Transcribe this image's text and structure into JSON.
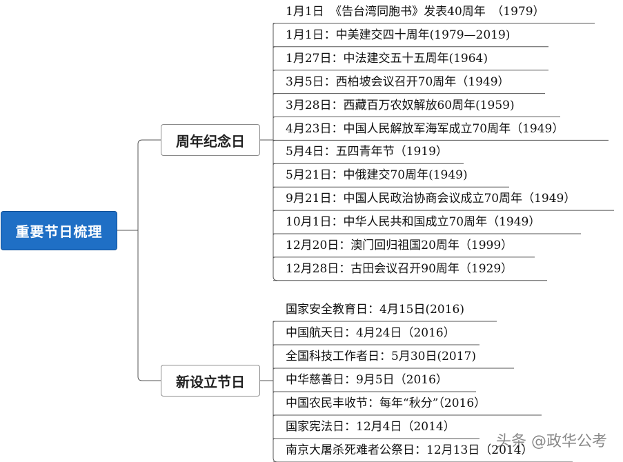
{
  "root": {
    "label": "重要节日梳理"
  },
  "branches": [
    {
      "label": "周年纪念日",
      "items": [
        "1月1日　《告台湾同胞书》发表40周年　（1979）",
        "1月1日：中美建交四十周年(1979—2019)",
        "1月27日：中法建交五十五周年(1964)",
        "3月5日：西柏坡会议召开70周年（1949）",
        "3月28日：西藏百万农奴解放60周年(1959)",
        "4月23日：中国人民解放军海军成立70周年（1949）",
        "5月4日：五四青年节（1919）",
        "5月21日：中俄建交70周年(1949)",
        "9月21日：中国人民政治协商会议成立70周年（1949）",
        "10月1日：中华人民共和国成立70周年（1949）",
        "12月20日：澳门回归祖国20周年（1999）",
        "12月28日：古田会议召开90周年（1929）"
      ]
    },
    {
      "label": "新设立节日",
      "items": [
        "国家安全教育日：4月15日(2016)",
        "中国航天日：4月24日（2016）",
        "全国科技工作者日：5月30日(2017)",
        "中华慈善日：9月5日（2016）",
        "中国农民丰收节：每年“秋分”（2016）",
        "国家宪法日：12月4日（2014）",
        "南京大屠杀死难者公祭日：12月13日（2014）"
      ]
    }
  ],
  "watermark": "头条 @政华公考",
  "colors": {
    "root_bg": "#1f6fc5",
    "line": "#555555"
  }
}
